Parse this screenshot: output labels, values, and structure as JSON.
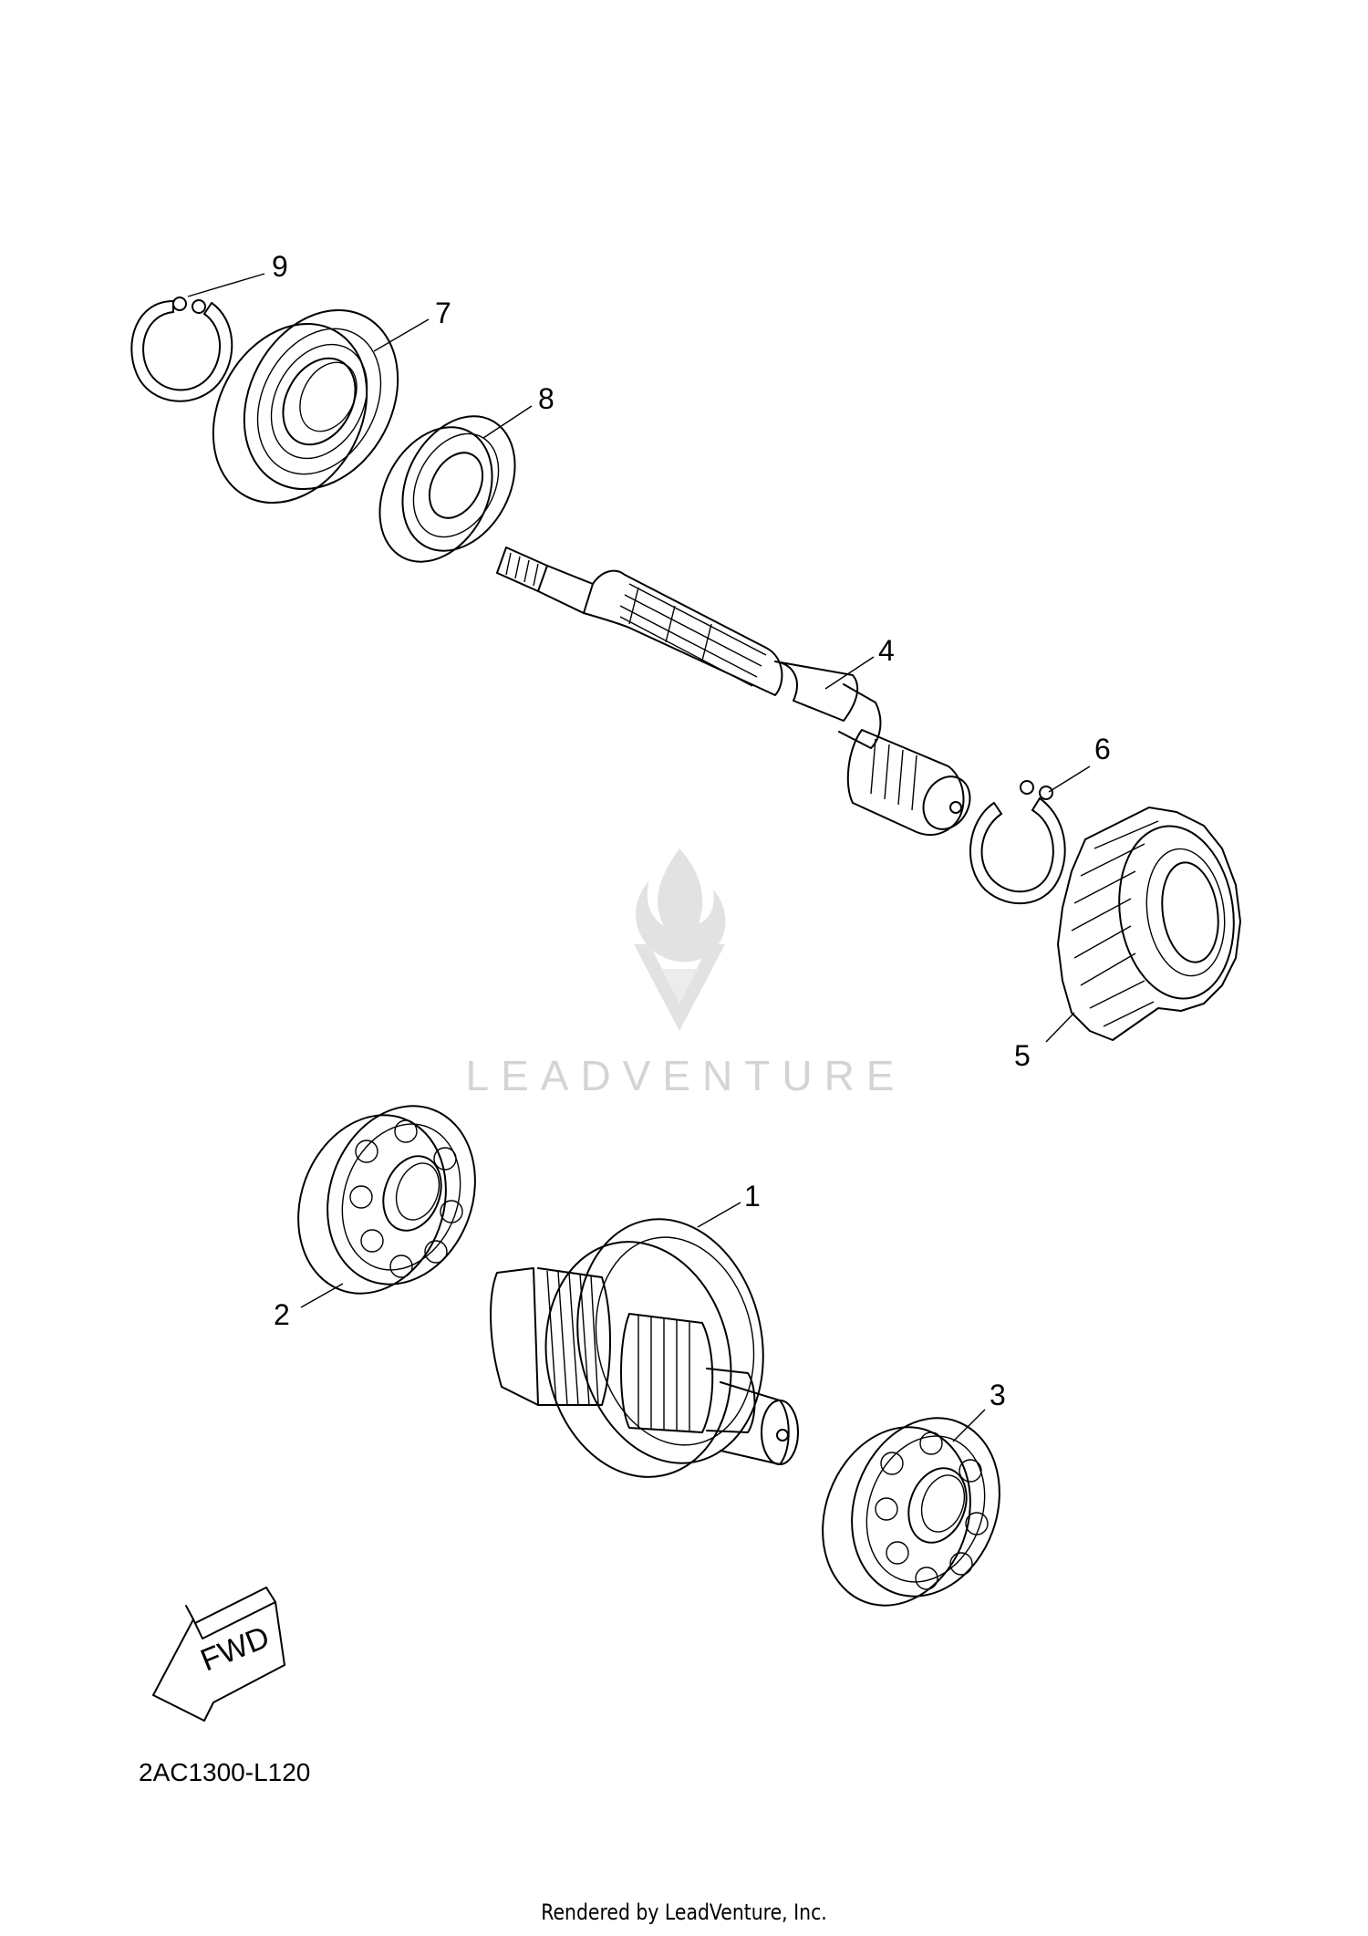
{
  "callouts": [
    {
      "label": "1"
    },
    {
      "label": "2"
    },
    {
      "label": "3"
    },
    {
      "label": "4"
    },
    {
      "label": "5"
    },
    {
      "label": "6"
    },
    {
      "label": "7"
    },
    {
      "label": "8"
    },
    {
      "label": "9"
    }
  ],
  "direction_arrow": {
    "label": "FWD"
  },
  "watermark": {
    "text": "LEADVENTURE",
    "icon": "leadventure-flame-logo"
  },
  "diagram_code": "2AC1300-L120",
  "footer": {
    "rendered_by": "Rendered by LeadVenture, Inc."
  }
}
